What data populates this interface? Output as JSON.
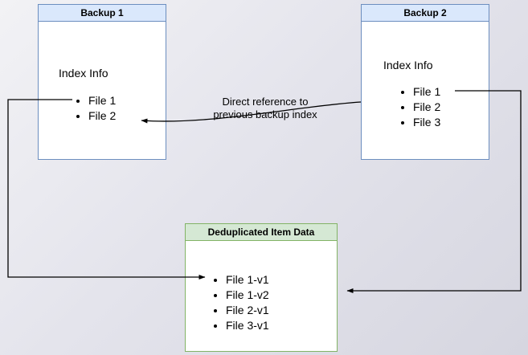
{
  "diagram": {
    "backup1": {
      "title": "Backup 1",
      "subtitle": "Index Info",
      "items": [
        "File 1",
        "File 2"
      ]
    },
    "backup2": {
      "title": "Backup 2",
      "subtitle": "Index Info",
      "items": [
        "File 1",
        "File 2",
        "File 3"
      ]
    },
    "dedup": {
      "title": "Deduplicated Item Data",
      "items": [
        "File 1-v1",
        "File 1-v2",
        "File 2-v1",
        "File 3-v1"
      ]
    },
    "annotation": {
      "line1": "Direct reference to",
      "line2": "previous backup index"
    },
    "colors": {
      "blue_border": "#6c8ebf",
      "blue_fill": "#dae8fc",
      "green_border": "#82b366",
      "green_fill": "#d5e8d4",
      "arrow": "#000000"
    }
  }
}
